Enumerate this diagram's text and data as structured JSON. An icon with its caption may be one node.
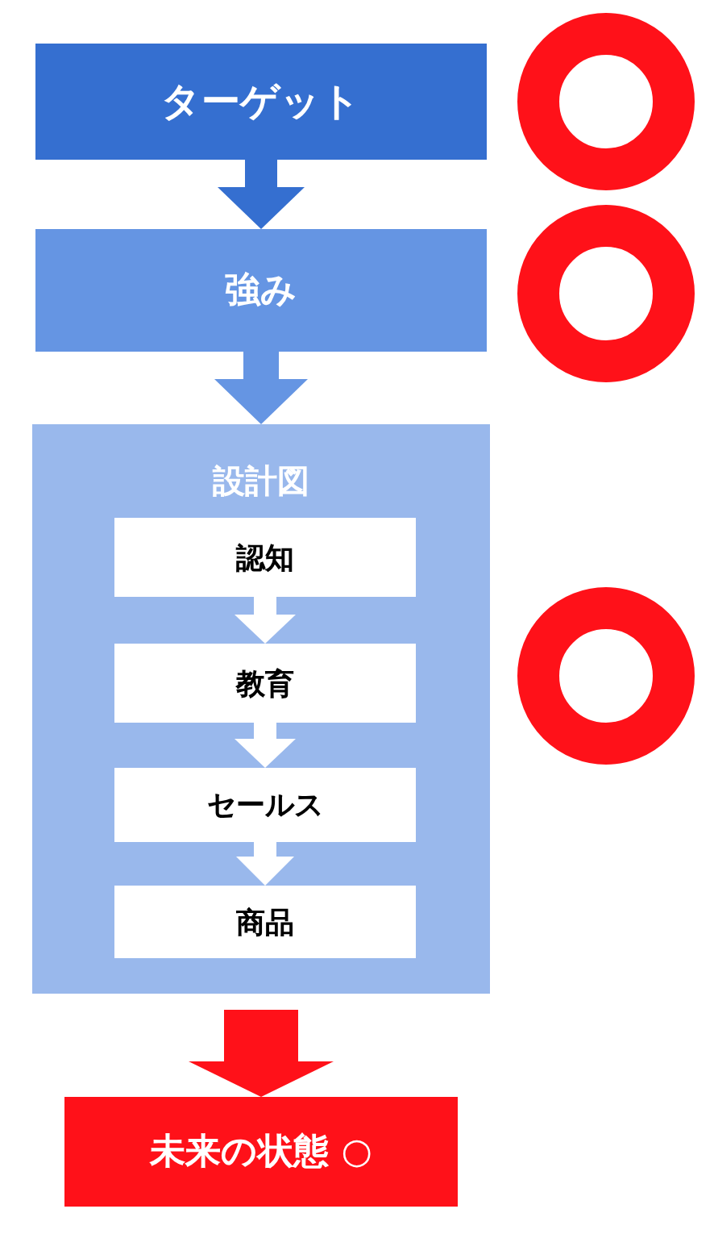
{
  "diagram": {
    "nodes": [
      {
        "text": [
          "ターゲット"
        ]
      },
      {
        "text": [
          "強み"
        ]
      },
      {
        "text": [
          "設計図"
        ]
      },
      {
        "text": [
          "認知"
        ],
        "in": 2
      },
      {
        "text": [
          "教育"
        ],
        "in": 2
      },
      {
        "text": [
          "セールス"
        ],
        "in": 2
      },
      {
        "text": [
          "商品"
        ],
        "in": 2
      },
      {
        "text": [
          "未来の状態 ○"
        ]
      },
      {
        "text": [],
        "shape": "circle"
      },
      {
        "text": [],
        "shape": "circle"
      },
      {
        "text": [],
        "shape": "circle"
      }
    ],
    "edges": [
      {
        "from": 0,
        "to": 1,
        "arrow": "to",
        "color": "#356fd0"
      },
      {
        "from": 1,
        "to": 2,
        "arrow": "to",
        "color": "#6595e3"
      },
      {
        "from": 3,
        "to": 4,
        "arrow": "to"
      },
      {
        "from": 4,
        "to": 5,
        "arrow": "to"
      },
      {
        "from": 5,
        "to": 6,
        "arrow": "to"
      },
      {
        "from": 2,
        "to": 7,
        "arrow": "to",
        "style": "thick",
        "color": "#ff1119"
      }
    ]
  }
}
